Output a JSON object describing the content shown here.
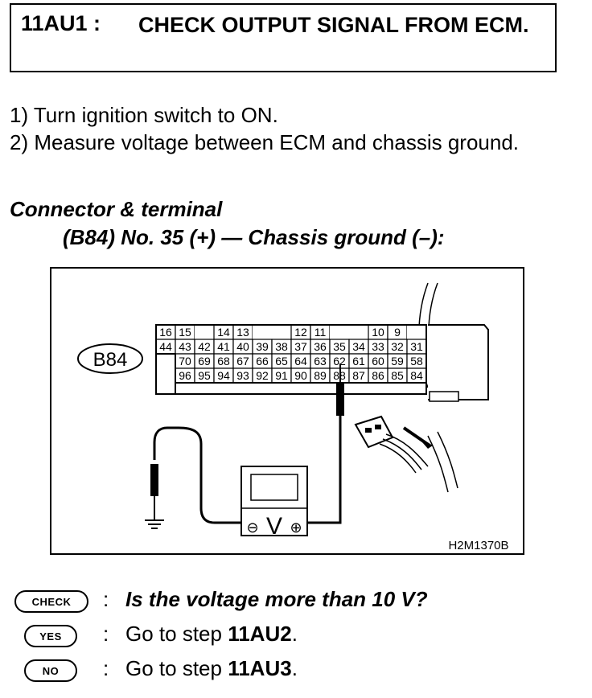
{
  "header": {
    "step_code": "11AU1 :",
    "title": "CHECK OUTPUT SIGNAL FROM ECM."
  },
  "instructions": [
    "1)  Turn ignition switch to ON.",
    "2)  Measure voltage between ECM and chassis ground."
  ],
  "connector": {
    "heading": "Connector & terminal",
    "detail": "(B84) No. 35 (+) — Chassis ground (–):"
  },
  "diagram": {
    "connector_label": "B84",
    "figure_code": "H2M1370B",
    "pin_rows": [
      [
        "16",
        "15",
        "",
        "14",
        "13",
        "",
        "",
        "12",
        "11",
        "",
        "",
        "10",
        "9",
        ""
      ],
      [
        "44",
        "43",
        "42",
        "41",
        "40",
        "39",
        "38",
        "37",
        "36",
        "35",
        "34",
        "33",
        "32",
        "31"
      ],
      [
        "",
        "70",
        "69",
        "68",
        "67",
        "66",
        "65",
        "64",
        "63",
        "62",
        "61",
        "60",
        "59",
        "58"
      ],
      [
        "",
        "96",
        "95",
        "94",
        "93",
        "92",
        "91",
        "90",
        "89",
        "88",
        "87",
        "86",
        "85",
        "84"
      ]
    ],
    "meter_symbol": "V",
    "minus_symbol": "⊖",
    "plus_symbol": "⊕"
  },
  "qa": {
    "check": {
      "badge": "CHECK",
      "text": "Is the voltage more than 10 V?"
    },
    "yes": {
      "badge": "YES",
      "text_prefix": "Go to step ",
      "target": "11AU2",
      "suffix": "."
    },
    "no": {
      "badge": "NO",
      "text_prefix": "Go to step ",
      "target": "11AU3",
      "suffix": "."
    }
  }
}
